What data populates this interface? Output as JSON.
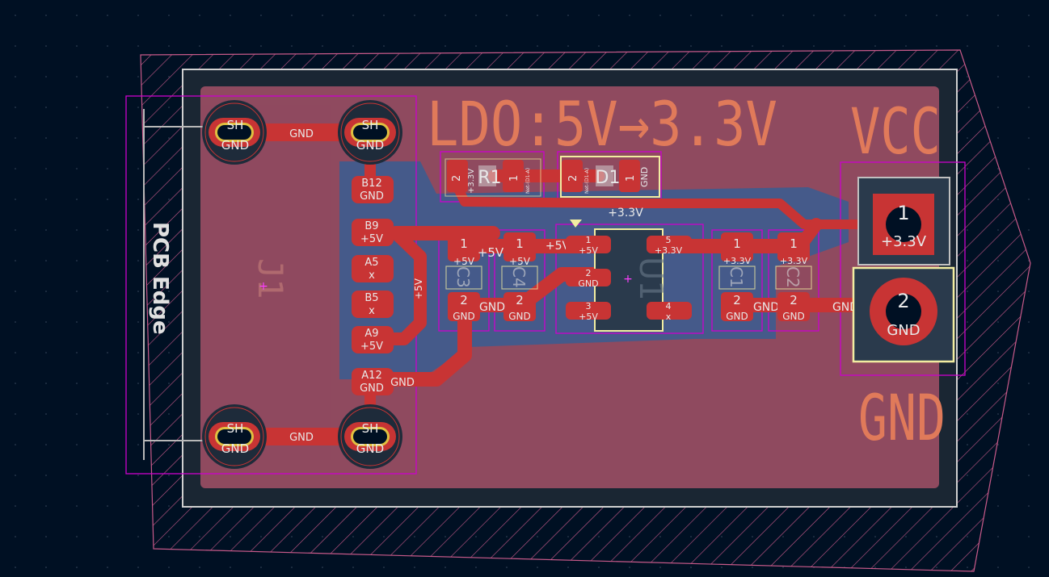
{
  "colors": {
    "background": "#001023",
    "copper_fill": "#8f4a5f",
    "copper_track": "#c83434",
    "back_copper": "#3d5c8f",
    "silkscreen": "#e07a5a",
    "courtyard": "#cc00cc",
    "edge_cuts": "#d0d0d0",
    "pad_text": "#e8e8e8",
    "fab_outline": "#f2eda1"
  },
  "board": {
    "title": "LDO:5V→3.3V",
    "vcc_label": "VCC",
    "gnd_label": "GND",
    "edge_label": "PCB Edge",
    "connector_ref": "J1"
  },
  "usb": {
    "shield_pads": [
      {
        "name": "SH",
        "net": "GND"
      },
      {
        "name": "SH",
        "net": "GND"
      },
      {
        "name": "SH",
        "net": "GND"
      },
      {
        "name": "SH",
        "net": "GND"
      }
    ],
    "top_link_net": "GND",
    "bottom_link_net": "GND",
    "pins": [
      {
        "name": "B12",
        "net": "GND"
      },
      {
        "name": "B9",
        "net": "+5V"
      },
      {
        "name": "A5",
        "net": "x"
      },
      {
        "name": "B5",
        "net": "x"
      },
      {
        "name": "A9",
        "net": "+5V"
      },
      {
        "name": "A12",
        "net": "GND"
      }
    ],
    "vbus_track_net": "+5V",
    "gnd_track_net": "GND"
  },
  "r1": {
    "ref": "R1",
    "pad2": {
      "num": "2",
      "net": "+3.3V"
    },
    "pad1": {
      "num": "1",
      "net": "Net-(D1-A)"
    }
  },
  "d1": {
    "ref": "D1",
    "pad2": {
      "num": "2",
      "net": "Net-(D1-A)"
    },
    "pad1": {
      "num": "1",
      "net": "GND"
    }
  },
  "net_3v3_label": "+3.3V",
  "c_in_1": {
    "ref": "C3",
    "pad1": {
      "num": "1",
      "net": "+5V"
    },
    "pad2": {
      "num": "2",
      "net": "GND"
    },
    "track_label": "+5V"
  },
  "c_in_2": {
    "ref": "C4",
    "pad1": {
      "num": "1",
      "net": "+5V"
    },
    "pad2": {
      "num": "2",
      "net": "GND"
    },
    "track_5v": "+5V",
    "track_gnd": "GND"
  },
  "u1": {
    "ref": "U1",
    "pin1": {
      "num": "1",
      "net": "+5V"
    },
    "pin2": {
      "num": "2",
      "net": "GND"
    },
    "pin3": {
      "num": "3",
      "net": "+5V"
    },
    "pin4": {
      "num": "4",
      "net": "x"
    },
    "pin5": {
      "num": "5",
      "net": "+3.3V"
    }
  },
  "c_out_1": {
    "ref": "C1",
    "pad1": {
      "num": "1",
      "net": "+3.3V"
    },
    "pad2": {
      "num": "2",
      "net": "GND"
    },
    "track_gnd": "GND"
  },
  "c_out_2": {
    "ref": "C2",
    "pad1": {
      "num": "1",
      "net": "+3.3V"
    },
    "pad2": {
      "num": "2",
      "net": "GND"
    },
    "track_gnd": "GND"
  },
  "header": {
    "pin1": {
      "num": "1",
      "net": "+3.3V"
    },
    "pin2": {
      "num": "2",
      "net": "GND"
    }
  }
}
